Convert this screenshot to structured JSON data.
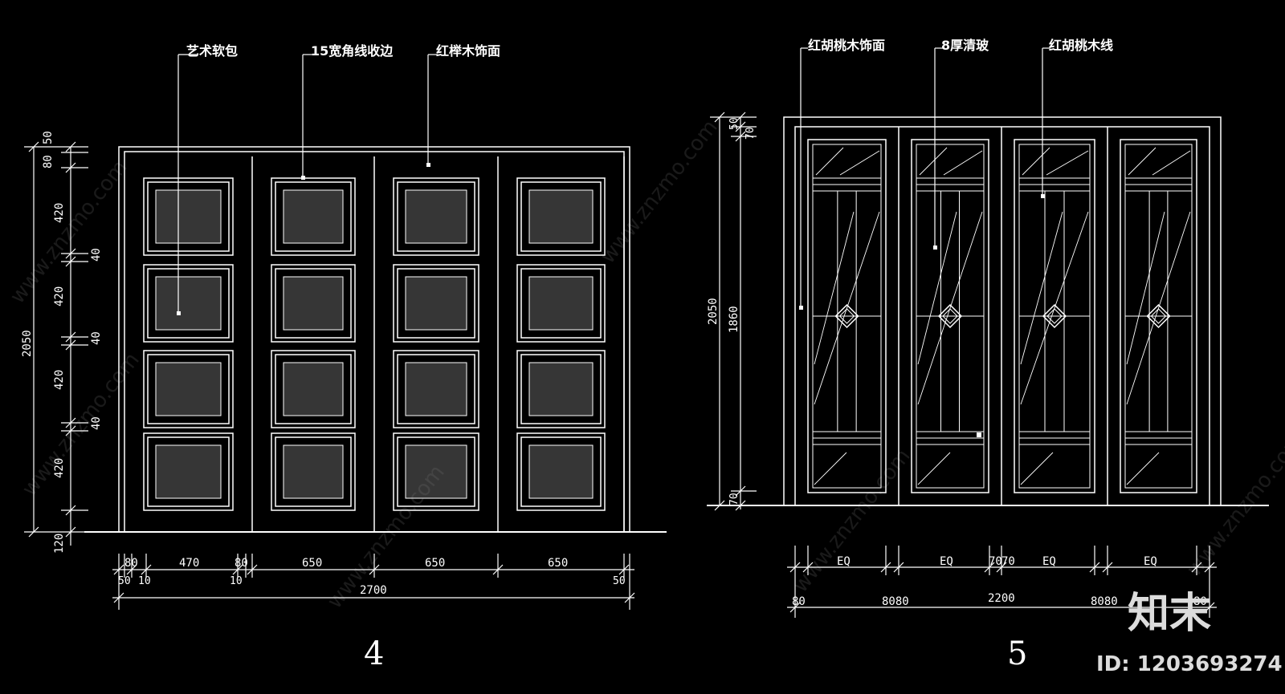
{
  "drawing_4": {
    "callouts": [
      "艺术软包",
      "15宽角线收边",
      "红榉木饰面"
    ],
    "vertical_dims": [
      "120",
      "420",
      "40",
      "420",
      "40",
      "420",
      "40",
      "420",
      "80",
      "50"
    ],
    "overall_height": "2050",
    "horizontal_dims_top": [
      "80",
      "470",
      "80",
      "650",
      "650",
      "650"
    ],
    "horizontal_dims_bottom": [
      "50",
      "10",
      "10",
      "50"
    ],
    "overall_width": "2700",
    "number": "4"
  },
  "drawing_5": {
    "callouts": [
      "红胡桃木饰面",
      "8厚清玻",
      "红胡桃木线"
    ],
    "vertical_dims": [
      "50",
      "70",
      "1860",
      "70"
    ],
    "overall_height": "2050",
    "horizontal_dims_top": [
      "EQ",
      "EQ",
      "70",
      "70",
      "EQ",
      "EQ"
    ],
    "horizontal_dims_bottom": [
      "80",
      "8080",
      "2200",
      "8080",
      "80"
    ],
    "number": "5"
  },
  "watermark": {
    "text": "www.znzmo.com",
    "brand_logo": "知末",
    "id_label": "ID: 1203693274"
  },
  "colors": {
    "background": "#000000",
    "lines": "#ffffff"
  }
}
